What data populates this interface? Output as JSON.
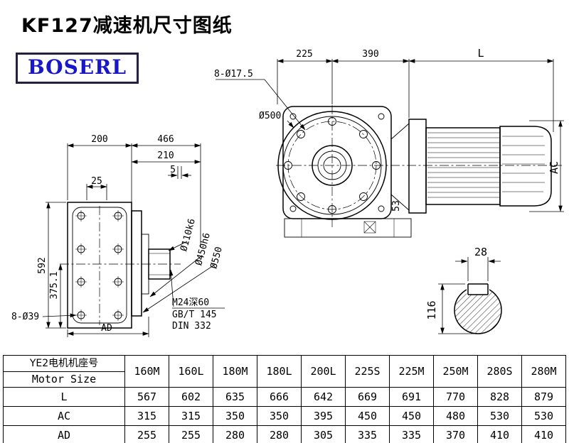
{
  "title": "KF127减速机尺寸图纸",
  "logo": "BOSERL",
  "drawing": {
    "side_view": {
      "width_200": "200",
      "width_466": "466",
      "width_210": "210",
      "width_5": "5",
      "width_25": "25",
      "height_592": "592",
      "height_375": "375.1",
      "bolt_holes": "8-Ø39",
      "ad_label": "AD",
      "shaft_dia": "Ø110k6",
      "spigot_dia": "Ø450h6",
      "flange_dia": "Ø550",
      "tap_note_1": "M24深60",
      "tap_note_2": "GB/T 145",
      "tap_note_3": "DIN 332"
    },
    "front_view": {
      "width_225": "225",
      "width_390": "390",
      "length_L": "L",
      "height_AC": "AC",
      "flange_od": "Ø500",
      "bolt_holes": "8-Ø17.5",
      "dim_53": "53"
    },
    "shaft_section": {
      "key_width": "28",
      "height_116": "116"
    }
  },
  "table": {
    "corner_cn": "YE2电机机座号",
    "corner_en": "Motor Size",
    "columns": [
      "160M",
      "160L",
      "180M",
      "180L",
      "200L",
      "225S",
      "225M",
      "250M",
      "280S",
      "280M"
    ],
    "rows": [
      {
        "label": "L",
        "values": [
          "567",
          "602",
          "635",
          "666",
          "642",
          "669",
          "691",
          "770",
          "828",
          "879"
        ]
      },
      {
        "label": "AC",
        "values": [
          "315",
          "315",
          "350",
          "350",
          "395",
          "450",
          "450",
          "480",
          "530",
          "530"
        ]
      },
      {
        "label": "AD",
        "values": [
          "255",
          "255",
          "280",
          "280",
          "305",
          "335",
          "335",
          "370",
          "410",
          "410"
        ]
      }
    ]
  }
}
